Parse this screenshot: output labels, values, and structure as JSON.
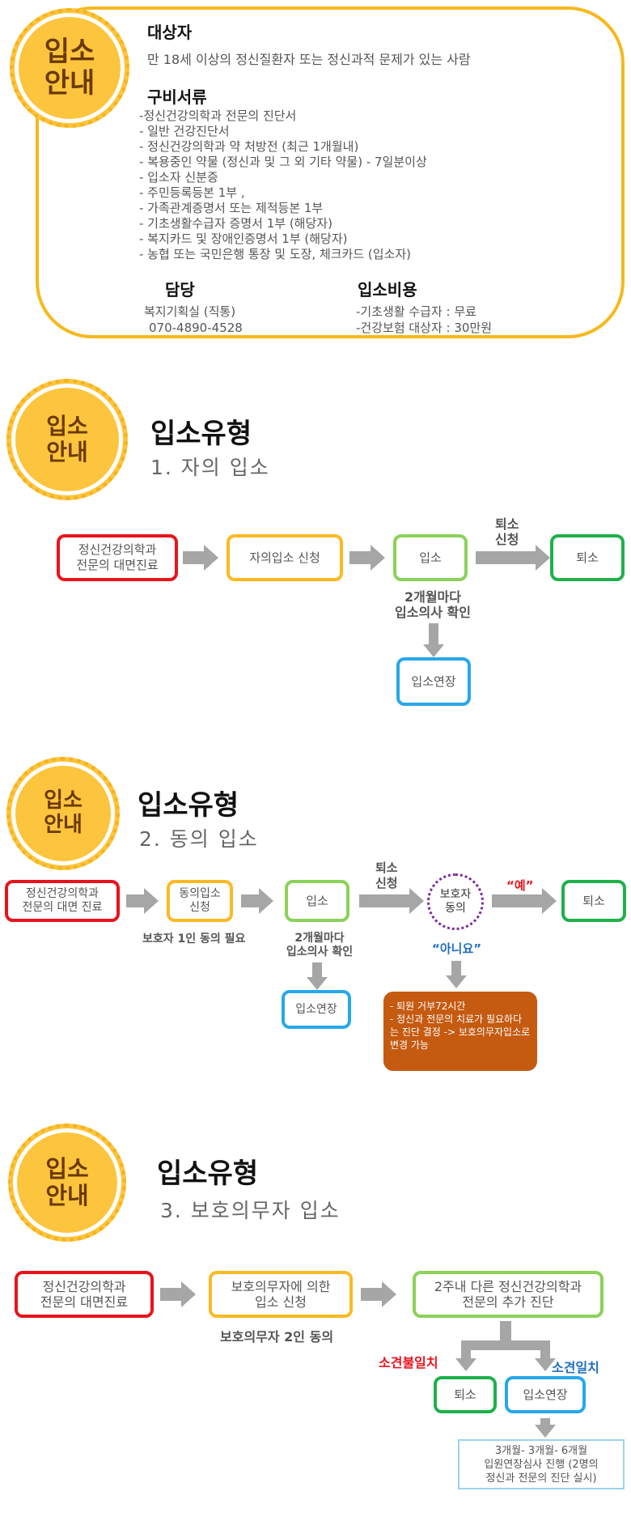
{
  "badge": {
    "line1": "입소",
    "line2": "안내"
  },
  "info": {
    "target_heading": "대상자",
    "target_text": "만 18세 이상의 정신질환자 또는 정신과적 문제가 있는 사람",
    "docs_heading": "구비서류",
    "docs": [
      "-정신건강의학과 전문의 진단서",
      "- 일반 건강진단서",
      "- 정신건강의학과 약 처방전 (최근 1개월내)",
      "- 복용중인 약물 (정신과 및 그 외 기타 약물) - 7일분이상",
      "- 입소자 신분증",
      "- 주민등록등본 1부 ,",
      "- 가족관계증명서 또는 제적등본  1부",
      "- 기초생활수급자 증명서 1부 (해당자)",
      "- 복지카드 및 장애인증명서 1부 (해당자)",
      "- 농협 또는 국민은행 통장 및 도장, 체크카드 (입소자)"
    ],
    "contact_heading": "담당",
    "contact_dept": "복지기획실 (직통)",
    "contact_phone": "070-4890-4528",
    "cost_heading": "입소비용",
    "cost_lines": [
      "-기초생활 수급자 : 무료",
      "-건강보험 대상자 : 30만원"
    ]
  },
  "section2": {
    "title": "입소유형",
    "subtitle": "1. 자의 입소",
    "box1": "정신건강의학과\n전문의 대면진료",
    "box2": "자의입소 신청",
    "box3": "입소",
    "box4": "퇴소",
    "box5": "입소연장",
    "arrow_label": "퇴소\n신청",
    "note": "2개월마다\n입소의사 확인"
  },
  "section3": {
    "title": "입소유형",
    "subtitle": "2. 동의 입소",
    "box1": "정신건강의학과\n전문의 대면 진료",
    "box2": "동의입소\n신청",
    "box3": "입소",
    "circle": "보호자\n동의",
    "box4": "퇴소",
    "box5": "입소연장",
    "arrow_label": "퇴소\n신청",
    "yes_label": "“예”",
    "no_label": "“아니요”",
    "note_guardian": "보호자 1인 동의 필요",
    "note_check": "2개월마다\n입소의사 확인",
    "brown_text": "- 퇴원 거부72시간\n- 정신과 전문의 치료가 필요하다는 진단 결정  -> 보호의무자입소로 변경 가능"
  },
  "section4": {
    "title": "입소유형",
    "subtitle": "3. 보호의무자 입소",
    "box1": "정신건강의학과\n전문의 대면진료",
    "box2": "보호의무자에 의한\n입소 신청",
    "box3": "2주내 다른 정신건강의학과\n전문의 추가 진단",
    "box4": "퇴소",
    "box5": "입소연장",
    "note": "보호의무자 2인 동의",
    "mismatch_label": "소견불일치",
    "match_label": "소견일치",
    "extend_note": "3개월- 3개월- 6개월\n입원연장심사 진행 (2명의\n정신과 전문의 진단 실시)"
  }
}
